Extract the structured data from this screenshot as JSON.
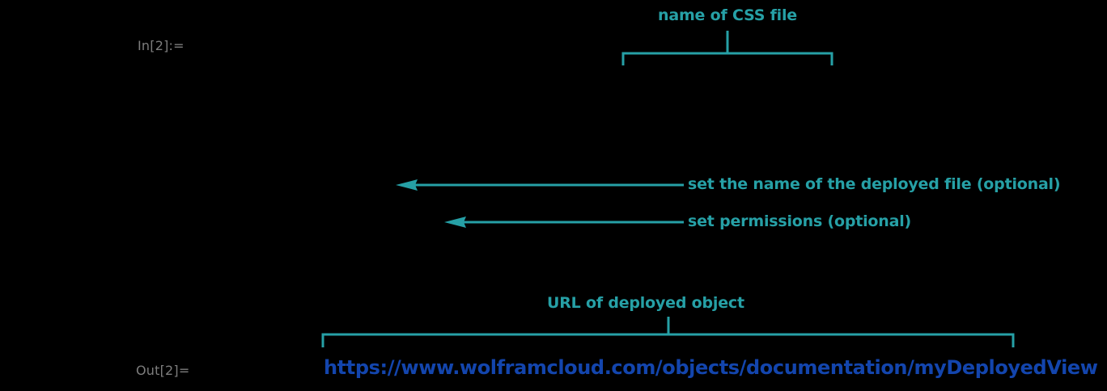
{
  "notebook": {
    "in_label": "In[2]:=",
    "out_label": "Out[2]=",
    "output_url": "https://www.wolframcloud.com/objects/documentation/myDeployedView"
  },
  "annotations": {
    "css_file": {
      "caption": "name of CSS file",
      "kind": "brace-top"
    },
    "deployed_file": {
      "caption": "set the name of the deployed file (optional)",
      "kind": "arrow-left"
    },
    "permissions": {
      "caption": "set permissions (optional)",
      "kind": "arrow-left"
    },
    "deployed_url": {
      "caption": "URL of deployed object",
      "kind": "brace-bottom"
    }
  },
  "colors": {
    "background": "#000000",
    "annotation_teal": "#26a0a6",
    "cell_label_gray": "#7d7d7d",
    "hyperlink_blue": "#1345ad"
  }
}
